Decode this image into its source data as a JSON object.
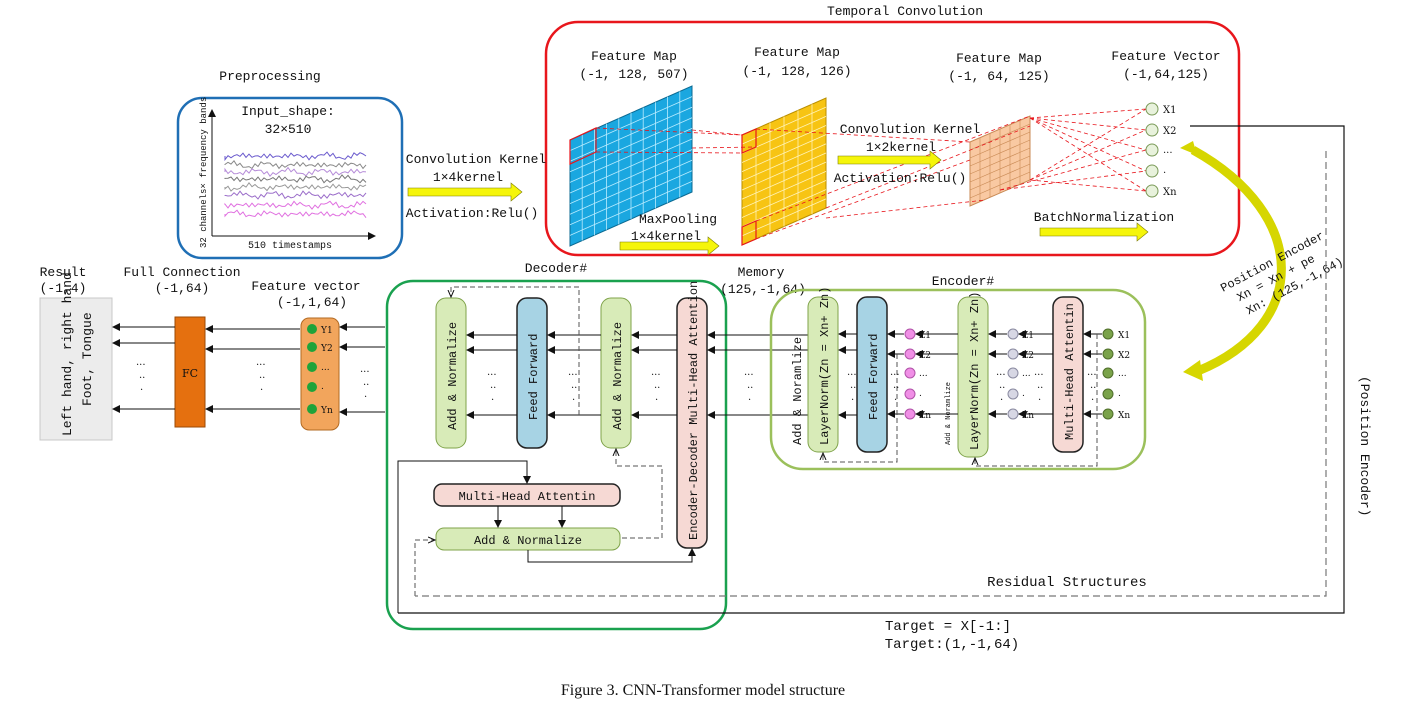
{
  "caption": "Figure 3. CNN-Transformer model structure",
  "temporal": {
    "title": "Temporal Convolution",
    "fm1_title": "Feature Map",
    "fm1_shape": "(-1, 128, 507)",
    "fm2_title": "Feature Map",
    "fm2_shape": "(-1, 128, 126)",
    "fm3_title": "Feature Map",
    "fm3_shape": "(-1, 64, 125)",
    "fv_title": "Feature Vector",
    "fv_shape": "(-1,64,125)",
    "conv2_label": "Convolution Kernel",
    "conv2_kernel": "1×2kernel",
    "conv2_act": "Activation:Relu()",
    "maxpool_label": "MaxPooling",
    "maxpool_kernel": "1×4kernel",
    "batchnorm": "BatchNormalization",
    "fv_nodes": [
      "X1",
      "X2",
      "...",
      ".",
      "Xn"
    ]
  },
  "preprocessing": {
    "title": "Preprocessing",
    "input_label": "Input_shape:",
    "input_dims": "32×510",
    "y_axis": "32 channels× frequency bands",
    "x_axis": "510 timestamps"
  },
  "conv1": {
    "label": "Convolution Kernel",
    "kernel": "1×4kernel",
    "activation": "Activation:Relu()"
  },
  "result": {
    "title": "Result",
    "shape": "(-1,4)",
    "classes_line1": "Left hand, right hand",
    "classes_line2": "Foot, Tongue"
  },
  "fc": {
    "title": "Full Connection",
    "shape": "(-1,64)",
    "label": "FC"
  },
  "feature_vector": {
    "title": "Feature vector",
    "shape": "(-1,1,64)",
    "nodes": [
      "Y1",
      "Y2",
      "...",
      ".",
      "Yn"
    ]
  },
  "decoder": {
    "title": "Decoder#",
    "add_norm_1": "Add & Normalize",
    "feed_forward": "Feed Forward",
    "add_norm_2": "Add & Normalize",
    "enc_dec_attention": "Encoder-Decoder Multi-Head Attention",
    "mha": "Multi-Head Attentin",
    "add_norm_3": "Add & Normalize"
  },
  "memory": {
    "title": "Memory",
    "shape": "(125,-1,64)"
  },
  "encoder": {
    "title": "Encoder#",
    "add_norm_outer": "Add & Noramlize",
    "layernorm_1": "LayerNorm(Zn = Xn+ Zn)",
    "feed_forward": "Feed Forward",
    "add_norm_small": "Add & Noramlize",
    "layernorm_2": "LayerNorm(Zn = Xn+ Zn)",
    "mha": "Multi-Head Attentin",
    "z_nodes_pink": [
      "Z1",
      "Z2",
      "...",
      ".",
      "Zn"
    ],
    "z_nodes_grey": [
      "Z1",
      "Z2",
      "...",
      ".",
      "Zn"
    ],
    "x_nodes": [
      "X1",
      "X2",
      "...",
      ".",
      "Xn"
    ]
  },
  "position_encoder": {
    "title": "Position Encoder",
    "formula": "Xn = Xn + pe",
    "shape": "Xn: (125,-1,64)",
    "side_label": "(Position Encoder)"
  },
  "residual": "Residual Structures",
  "target": {
    "line1": "Target = X[-1:]",
    "line2": "Target:(1,-1,64)"
  },
  "colors": {
    "temporal_border": "#e8161c",
    "preprocessing_border": "#1f6fb5",
    "decoder_border": "#1aa14f",
    "encoder_border": "#9bc05b",
    "fm1_fill": "#1aa7e0",
    "fm2_fill": "#f7c413",
    "fm3_fill": "#f9c9a2",
    "fc_fill": "#e5700f",
    "arrow_fill": "#f5f50a",
    "green_box": "#d8ebb8",
    "blue_box": "#a7d3e4",
    "pink_box": "#f6d9d4"
  }
}
